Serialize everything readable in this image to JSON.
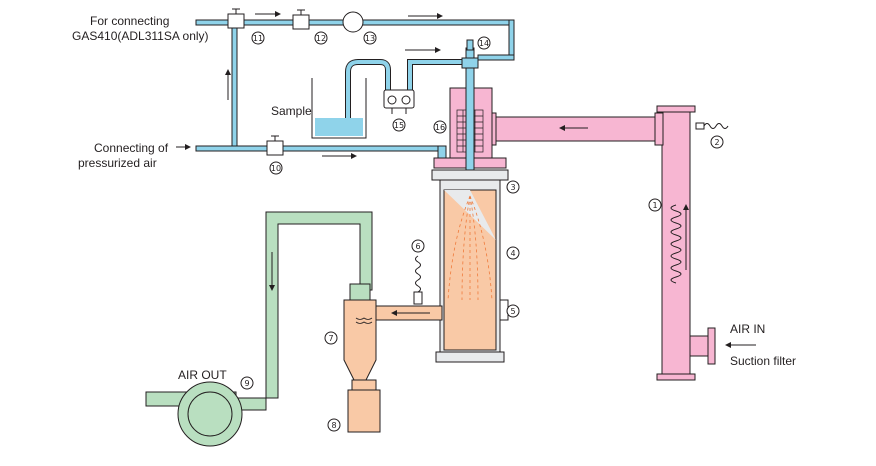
{
  "labels": {
    "gas_line1": "For connecting",
    "gas_line2": "GAS410(ADL311SA only)",
    "air_line1": "Connecting of",
    "air_line2": "pressurized air",
    "sample": "Sample",
    "air_in": "AIR IN",
    "suction_filter": "Suction filter",
    "air_out": "AIR OUT"
  },
  "callouts": {
    "c1": "1",
    "c2": "2",
    "c3": "3",
    "c4": "4",
    "c5": "5",
    "c6": "6",
    "c7": "7",
    "c8": "8",
    "c9": "9",
    "c10": "10",
    "c11": "11",
    "c12": "12",
    "c13": "13",
    "c14": "14",
    "c15": "15",
    "c16": "16"
  },
  "colors": {
    "pipe_blue": "#8fd3ea",
    "pink": "#f7b6d2",
    "peach": "#f9c9a6",
    "green": "#b9dfc0",
    "chamber_grey": "#e8eaec",
    "outline": "#231f20"
  }
}
